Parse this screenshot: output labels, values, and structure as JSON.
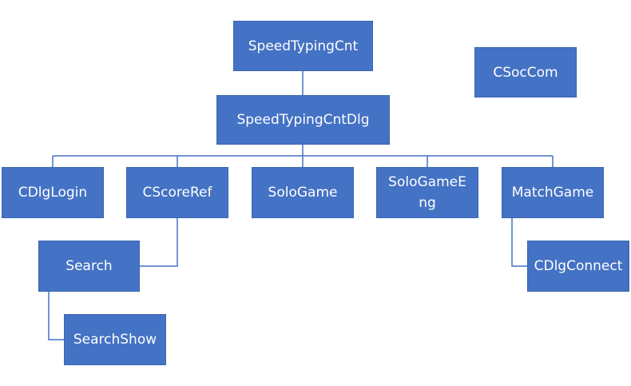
{
  "nodes": {
    "speedtypingcnt": "SpeedTypingCnt",
    "speedtypingcntdlg": "SpeedTypingCntDlg",
    "csoccom": "CSocCom",
    "cdlglogin": "CDlgLogin",
    "cscoreref": "CScoreRef",
    "sologame": "SoloGame",
    "sologameeng": "SoloGameEng",
    "matchgame": "MatchGame",
    "search": "Search",
    "searchshow": "SearchShow",
    "cdlgconnect": "CDlgConnect"
  },
  "colors": {
    "node_fill": "#4472c4",
    "node_text": "#ffffff",
    "connector": "#4472c4"
  }
}
